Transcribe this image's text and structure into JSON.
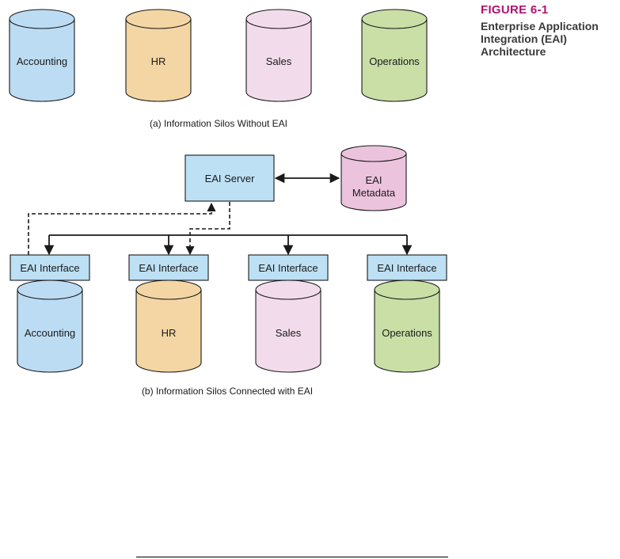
{
  "figure": {
    "number": "FIGURE 6-1",
    "title_lines": [
      "Enterprise Application",
      "Integration (EAI)",
      "Architecture"
    ]
  },
  "part_a": {
    "caption": "(a) Information Silos Without EAI",
    "silos": [
      "Accounting",
      "HR",
      "Sales",
      "Operations"
    ]
  },
  "part_b": {
    "caption": "(b) Information Silos Connected with EAI",
    "server": "EAI Server",
    "metadata_lines": [
      "EAI",
      "Metadata"
    ],
    "interface_label": "EAI Interface",
    "silos": [
      "Accounting",
      "HR",
      "Sales",
      "Operations"
    ]
  },
  "colors": {
    "accounting": "#bcdcf3",
    "hr": "#f3d6a3",
    "sales": "#f2dcec",
    "operations": "#c9dfa6",
    "metadata": "#ecc3dd",
    "server": "#bde0f4",
    "interface": "#bde0f4",
    "stroke": "#1a1a1a",
    "figure_number": "#b0136e"
  }
}
